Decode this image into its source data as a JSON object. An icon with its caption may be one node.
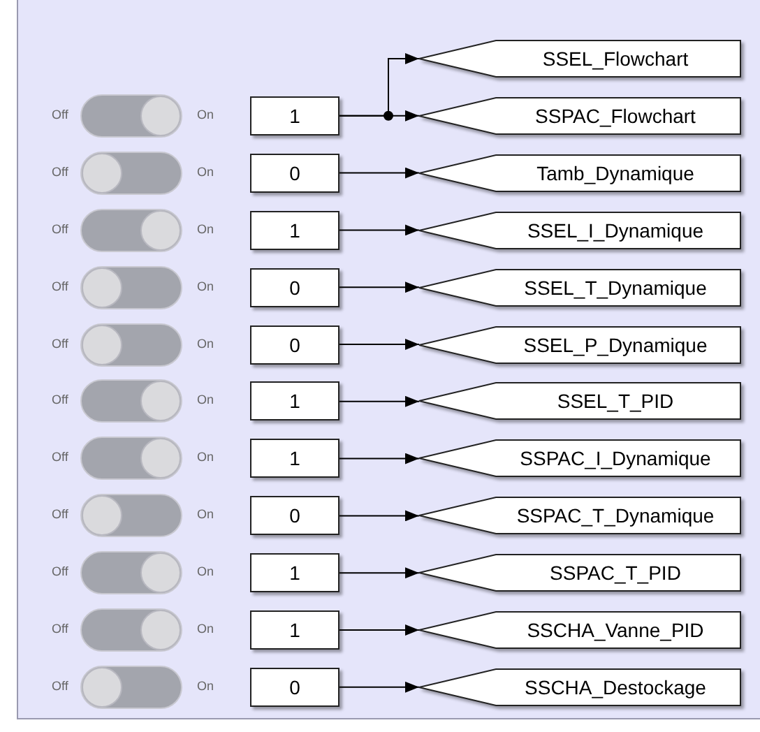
{
  "diagram": {
    "nodes": [
      {
        "text": [
          "SSEL_Flowchart"
        ]
      },
      {
        "text": [
          "1"
        ]
      },
      {
        "text": [
          "SSPAC_Flowchart"
        ]
      },
      {
        "text": [
          "0"
        ]
      },
      {
        "text": [
          "Tamb_Dynamique"
        ]
      },
      {
        "text": [
          "1"
        ]
      },
      {
        "text": [
          "SSEL_I_Dynamique"
        ]
      },
      {
        "text": [
          "0"
        ]
      },
      {
        "text": [
          "SSEL_T_Dynamique"
        ]
      },
      {
        "text": [
          "0"
        ]
      },
      {
        "text": [
          "SSEL_P_Dynamique"
        ]
      },
      {
        "text": [
          "1"
        ]
      },
      {
        "text": [
          "SSEL_T_PID"
        ]
      },
      {
        "text": [
          "1"
        ]
      },
      {
        "text": [
          "SSPAC_I_Dynamique"
        ]
      },
      {
        "text": [
          "0"
        ]
      },
      {
        "text": [
          "SSPAC_T_Dynamique"
        ]
      },
      {
        "text": [
          "1"
        ]
      },
      {
        "text": [
          "SSPAC_T_PID"
        ]
      },
      {
        "text": [
          "1"
        ]
      },
      {
        "text": [
          "SSCHA_Vanne_PID"
        ]
      },
      {
        "text": [
          "0"
        ]
      },
      {
        "text": [
          "SSCHA_Destockage"
        ]
      }
    ],
    "edges": [
      {
        "from": 1,
        "to": 0,
        "arrow": "to"
      },
      {
        "from": 1,
        "to": 2,
        "arrow": "to"
      },
      {
        "from": 3,
        "to": 4,
        "arrow": "to"
      },
      {
        "from": 5,
        "to": 6,
        "arrow": "to"
      },
      {
        "from": 7,
        "to": 8,
        "arrow": "to"
      },
      {
        "from": 9,
        "to": 10,
        "arrow": "to"
      },
      {
        "from": 11,
        "to": 12,
        "arrow": "to"
      },
      {
        "from": 13,
        "to": 14,
        "arrow": "to"
      },
      {
        "from": 15,
        "to": 16,
        "arrow": "to"
      },
      {
        "from": 17,
        "to": 18,
        "arrow": "to"
      },
      {
        "from": 19,
        "to": 20,
        "arrow": "to"
      },
      {
        "from": 21,
        "to": 22,
        "arrow": "to"
      }
    ],
    "labels": [
      "Off",
      "On",
      "Off",
      "On",
      "Off",
      "On",
      "Off",
      "On",
      "Off",
      "On",
      "Off",
      "On",
      "Off",
      "On",
      "Off",
      "On",
      "Off",
      "On",
      "Off",
      "On",
      "Off",
      "On"
    ]
  }
}
